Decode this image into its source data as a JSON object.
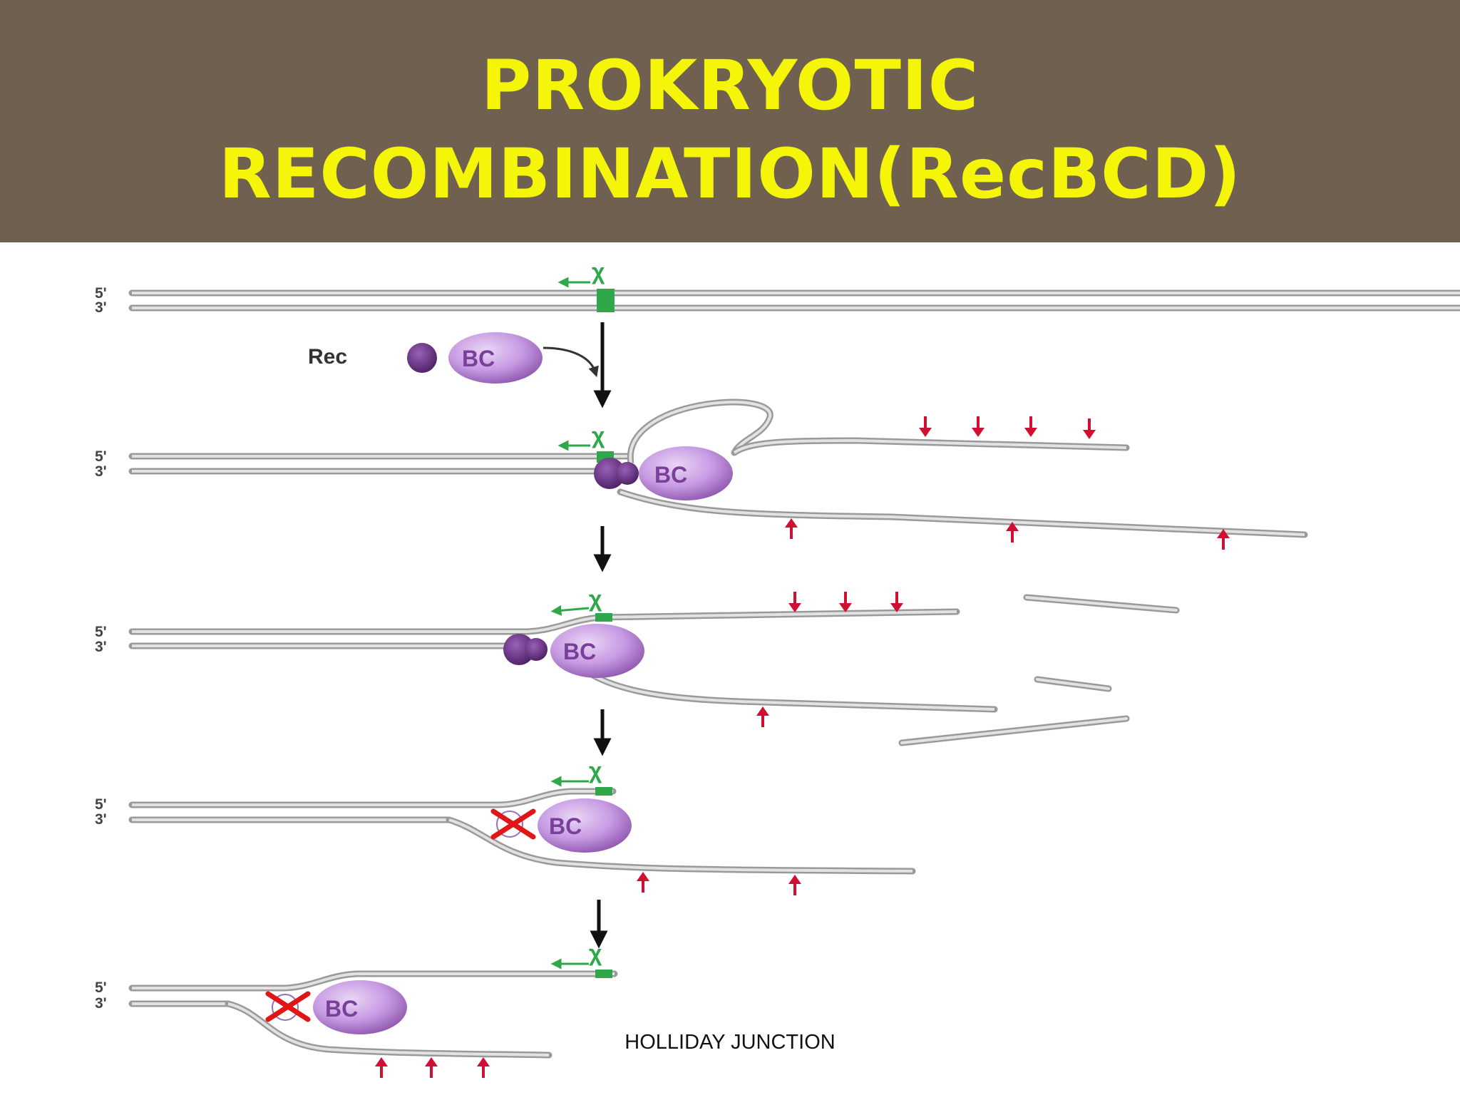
{
  "slide": {
    "title_line1": "PROKRYOTIC",
    "title_line2": "RECOMBINATION(RecBCD)",
    "footer": "HOLLIDAY JUNCTION"
  },
  "diagram": {
    "strand_labels": {
      "five_prime": "5'",
      "three_prime": "3'"
    },
    "chi_label": "χ",
    "rec_label": "Rec",
    "enzyme_label": "BC",
    "colors": {
      "title_bar": "#6f6050",
      "title_text": "#f5f50a",
      "dna": "#9a9a9a",
      "dna_fill": "#e2e2e2",
      "chi_site": "#2ea84a",
      "enzyme_light": "#c79be3",
      "enzyme_dark": "#5e2a78",
      "cut_arrow": "#d01030",
      "inactivation_cross": "#e01515"
    }
  }
}
